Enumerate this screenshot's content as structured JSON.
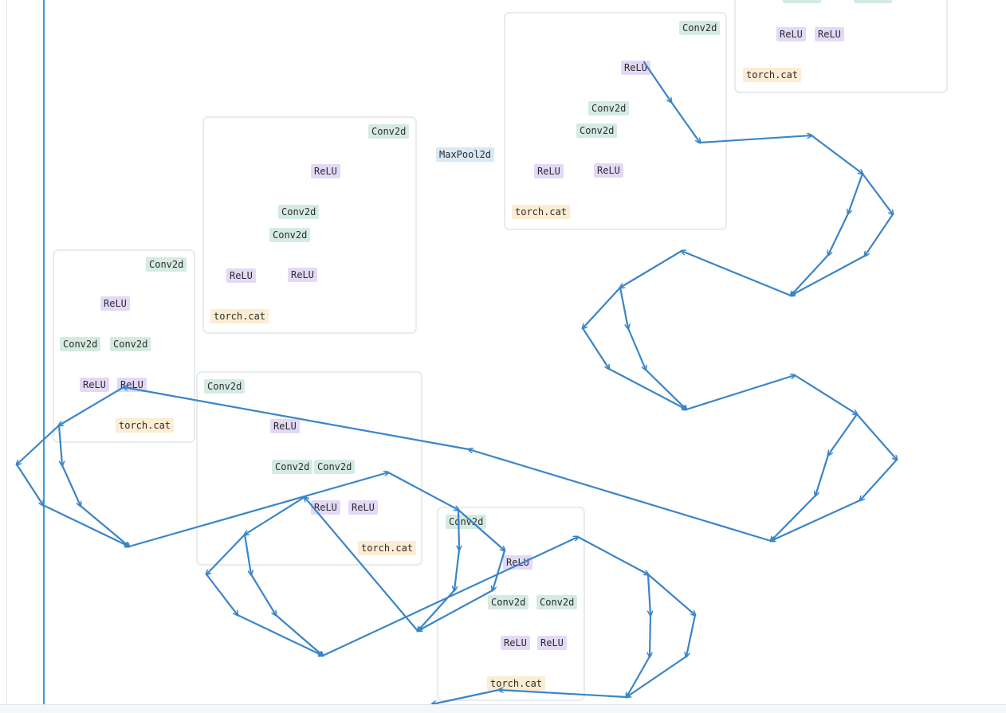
{
  "colors": {
    "conv": "#d5ebe1",
    "relu": "#e3d9f6",
    "cat": "#fcecd2",
    "pool": "#d8e8f5",
    "edge": "#3a85c9",
    "accent": "#3a9ad9"
  },
  "nodes": [
    {
      "id": "g1-conv-a",
      "label": "Conv2d",
      "type": "conv"
    },
    {
      "id": "g1-conv-b",
      "label": "Conv2d",
      "type": "conv"
    },
    {
      "id": "g1-relu-a",
      "label": "ReLU",
      "type": "relu"
    },
    {
      "id": "g1-relu-b",
      "label": "ReLU",
      "type": "relu"
    },
    {
      "id": "g1-cat",
      "label": "torch.cat",
      "type": "cat"
    },
    {
      "id": "g2-conv-top",
      "label": "Conv2d",
      "type": "conv"
    },
    {
      "id": "g2-relu-top",
      "label": "ReLU",
      "type": "relu"
    },
    {
      "id": "g2-conv-a",
      "label": "Conv2d",
      "type": "conv"
    },
    {
      "id": "g2-conv-b",
      "label": "Conv2d",
      "type": "conv"
    },
    {
      "id": "g2-relu-a",
      "label": "ReLU",
      "type": "relu"
    },
    {
      "id": "g2-relu-b",
      "label": "ReLU",
      "type": "relu"
    },
    {
      "id": "g2-cat",
      "label": "torch.cat",
      "type": "cat"
    },
    {
      "id": "pool",
      "label": "MaxPool2d",
      "type": "pool"
    },
    {
      "id": "g3-conv-top",
      "label": "Conv2d",
      "type": "conv"
    },
    {
      "id": "g3-relu-top",
      "label": "ReLU",
      "type": "relu"
    },
    {
      "id": "g3-conv-a",
      "label": "Conv2d",
      "type": "conv"
    },
    {
      "id": "g3-conv-b",
      "label": "Conv2d",
      "type": "conv"
    },
    {
      "id": "g3-relu-a",
      "label": "ReLU",
      "type": "relu"
    },
    {
      "id": "g3-relu-b",
      "label": "ReLU",
      "type": "relu"
    },
    {
      "id": "g3-cat",
      "label": "torch.cat",
      "type": "cat"
    },
    {
      "id": "g4-relu-a",
      "label": "ReLU",
      "type": "relu"
    },
    {
      "id": "g4-relu-b",
      "label": "ReLU",
      "type": "relu"
    },
    {
      "id": "g4-cat",
      "label": "torch.cat",
      "type": "cat"
    },
    {
      "id": "g5-conv-top",
      "label": "Conv2d",
      "type": "conv"
    },
    {
      "id": "g5-relu-top",
      "label": "ReLU",
      "type": "relu"
    },
    {
      "id": "g5-conv-a",
      "label": "Conv2d",
      "type": "conv"
    },
    {
      "id": "g5-conv-b",
      "label": "Conv2d",
      "type": "conv"
    },
    {
      "id": "g5-relu-a",
      "label": "ReLU",
      "type": "relu"
    },
    {
      "id": "g5-relu-b",
      "label": "ReLU",
      "type": "relu"
    },
    {
      "id": "g5-cat",
      "label": "torch.cat",
      "type": "cat"
    },
    {
      "id": "g6-conv-top",
      "label": "Conv2d",
      "type": "conv"
    },
    {
      "id": "g6-relu-top",
      "label": "ReLU",
      "type": "relu"
    },
    {
      "id": "g6-conv-a",
      "label": "Conv2d",
      "type": "conv"
    },
    {
      "id": "g6-conv-b",
      "label": "Conv2d",
      "type": "conv"
    },
    {
      "id": "g6-relu-a",
      "label": "ReLU",
      "type": "relu"
    },
    {
      "id": "g6-relu-b",
      "label": "ReLU",
      "type": "relu"
    },
    {
      "id": "g6-cat",
      "label": "torch.cat",
      "type": "cat"
    }
  ]
}
